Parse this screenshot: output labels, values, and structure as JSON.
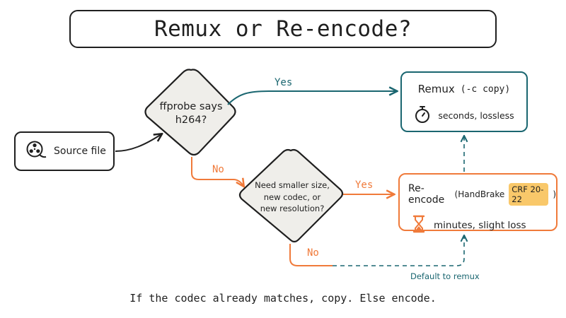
{
  "title": "Remux or Re-encode?",
  "source": {
    "label": "Source file",
    "icon": "film-reel-icon"
  },
  "decision1": {
    "line1": "ffprobe says",
    "line2": "h264?"
  },
  "decision2": {
    "line1": "Need smaller size,",
    "line2": "new codec, or",
    "line3": "new resolution?"
  },
  "edges": {
    "yes1": "Yes",
    "no1": "No",
    "yes2": "Yes",
    "no2": "No",
    "default_note": "Default to remux"
  },
  "remux": {
    "name": "Remux",
    "flag": "(-c copy)",
    "detail": "seconds, lossless",
    "icon": "stopwatch-icon"
  },
  "reencode": {
    "name": "Re-encode",
    "tool_open": "(HandBrake",
    "crf": "CRF 20-22",
    "tool_close": ")",
    "detail": "minutes, slight loss",
    "icon": "hourglass-icon"
  },
  "footer": "If the codec already matches, copy. Else encode.",
  "colors": {
    "ink": "#1f1f1f",
    "teal": "#1a6670",
    "orange": "#f07a3a",
    "highlight": "#f9c86a",
    "diamond_fill": "#efeeea"
  }
}
